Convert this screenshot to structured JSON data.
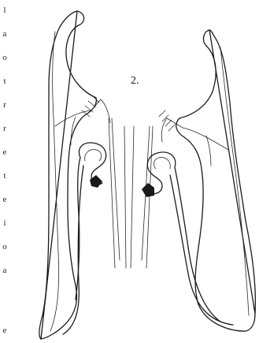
{
  "figure": {
    "number_label": "2."
  },
  "margin_text": {
    "glyphs": [
      "l",
      "a",
      "o",
      "t",
      "r",
      "r",
      "e",
      "t",
      "e",
      "i",
      "o",
      "a",
      "e"
    ]
  },
  "colors": {
    "ink": "#1a1a1a",
    "paper": "#ffffff"
  }
}
